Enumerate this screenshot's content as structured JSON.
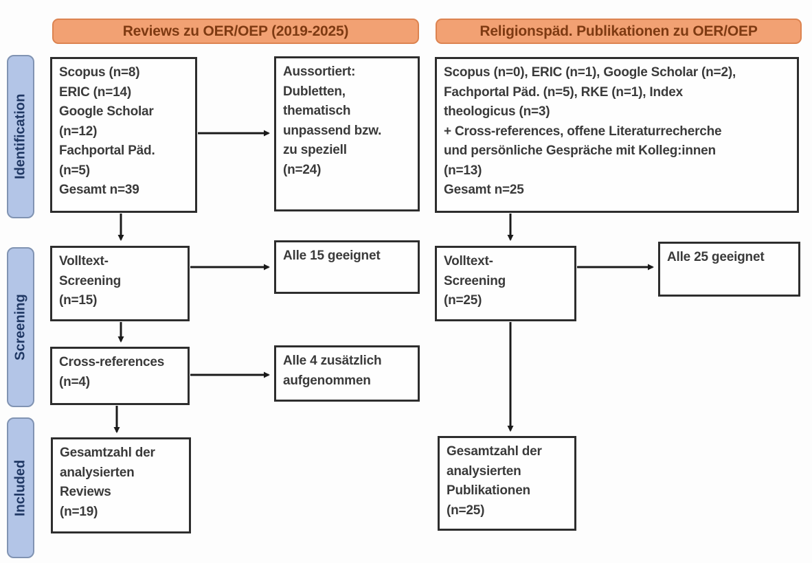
{
  "figure_title": "PRISMA-style literature selection flow diagram",
  "colors": {
    "header_fill": "#F2A173",
    "header_border": "#DC8350",
    "header_text": "#7E3A12",
    "stage_fill": "#B3C5E7",
    "stage_border": "#8093B2",
    "stage_text": "#203864",
    "box_border": "#2D2D2D",
    "box_text": "#3A3A3A",
    "arrow_color": "#1A1A1A"
  },
  "headers": {
    "left": "Reviews zu OER/OEP (2019-2025)",
    "right": "Religionspäd. Publikationen zu OER/OEP"
  },
  "stages": {
    "identification": "Identification",
    "screening": "Screening",
    "included": "Included"
  },
  "nodes": {
    "left_sources": "Scopus (n=8)\nERIC (n=14)\nGoogle Scholar\n(n=12)\nFachportal Päd.\n(n=5)\nGesamt n=39",
    "left_excluded": "Aussortiert:\nDubletten,\nthematisch\nunpassend bzw.\nzu speziell\n(n=24)",
    "left_screening": "Volltext-\nScreening\n(n=15)",
    "left_screening_result": "Alle 15 geeignet",
    "left_crossref": "Cross-references\n(n=4)",
    "left_crossref_result": "Alle 4 zusätzlich\naufgenommen",
    "left_included": "Gesamtzahl der\nanalysierten\nReviews\n(n=19)",
    "right_sources": "Scopus (n=0), ERIC (n=1), Google Scholar (n=2),\nFachportal Päd. (n=5), RKE (n=1), Index\ntheologicus (n=3)\n+ Cross-references, offene Literaturrecherche\nund persönliche Gespräche mit Kolleg:innen\n(n=13)\nGesamt n=25",
    "right_screening": "Volltext-\nScreening\n(n=25)",
    "right_screening_result": "Alle 25 geeignet",
    "right_included": "Gesamtzahl der\nanalysierten\nPublikationen\n(n=25)"
  }
}
